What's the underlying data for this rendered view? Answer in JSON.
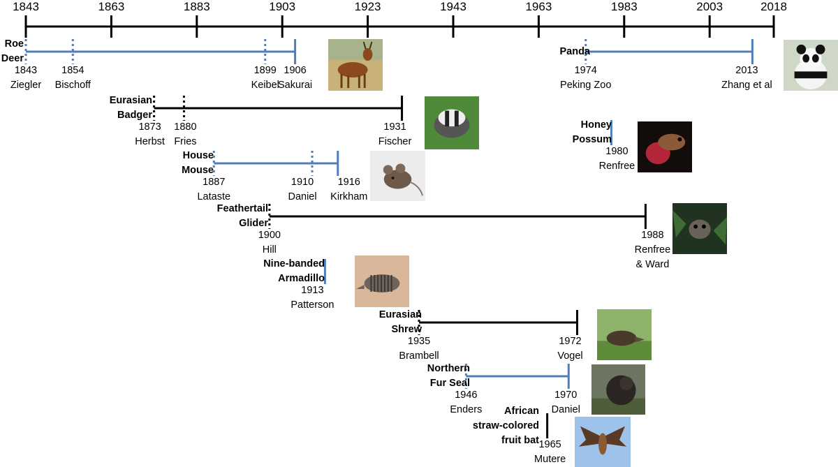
{
  "colors": {
    "blue": "#4f7fba",
    "black": "#000000"
  },
  "axis": {
    "start": 1843,
    "end": 2018,
    "ticks": [
      "1843",
      "1863",
      "1883",
      "1903",
      "1923",
      "1943",
      "1963",
      "1983",
      "2003",
      "2018"
    ]
  },
  "species": [
    {
      "id": "roe-deer",
      "name": [
        "Roe",
        "Deer"
      ],
      "color": "blue",
      "start": 1843,
      "end": 1906,
      "photo_icon": "roe-deer-photo",
      "events": [
        {
          "year": "1843",
          "label": "Ziegler"
        },
        {
          "year": "1854",
          "label": "Bischoff"
        },
        {
          "year": "1899",
          "label": "Keibel"
        },
        {
          "year": "1906",
          "label": "Sakurai"
        }
      ]
    },
    {
      "id": "eurasian-badger",
      "name": [
        "Eurasian",
        "Badger"
      ],
      "color": "black",
      "start": 1873,
      "end": 1931,
      "photo_icon": "badger-photo",
      "events": [
        {
          "year": "1873",
          "label": "Herbst"
        },
        {
          "year": "1880",
          "label": "Fries"
        },
        {
          "year": "1931",
          "label": "Fischer"
        }
      ]
    },
    {
      "id": "house-mouse",
      "name": [
        "House",
        "Mouse"
      ],
      "color": "blue",
      "start": 1887,
      "end": 1916,
      "photo_icon": "mouse-photo",
      "events": [
        {
          "year": "1887",
          "label": "Lataste"
        },
        {
          "year": "1910",
          "label": "Daniel"
        },
        {
          "year": "1916",
          "label": "Kirkham"
        }
      ]
    },
    {
      "id": "feathertail-glider",
      "name": [
        "Feathertail",
        "Glider"
      ],
      "color": "black",
      "start": 1900,
      "end": 1988,
      "photo_icon": "glider-photo",
      "events": [
        {
          "year": "1900",
          "label": "Hill"
        },
        {
          "year": "1988",
          "label": "Renfree & Ward"
        }
      ]
    },
    {
      "id": "armadillo",
      "name": [
        "Nine-banded",
        "Armadillo"
      ],
      "color": "blue",
      "start": 1913,
      "end": 1913,
      "photo_icon": "armadillo-photo",
      "events": [
        {
          "year": "1913",
          "label": "Patterson"
        }
      ]
    },
    {
      "id": "eurasian-shrew",
      "name": [
        "Eurasian",
        "Shrew"
      ],
      "color": "black",
      "start": 1935,
      "end": 1972,
      "photo_icon": "shrew-photo",
      "events": [
        {
          "year": "1935",
          "label": "Brambell"
        },
        {
          "year": "1972",
          "label": "Vogel"
        }
      ]
    },
    {
      "id": "fur-seal",
      "name": [
        "Northern",
        "Fur Seal"
      ],
      "color": "blue",
      "start": 1946,
      "end": 1970,
      "photo_icon": "fur-seal-photo",
      "events": [
        {
          "year": "1946",
          "label": "Enders"
        },
        {
          "year": "1970",
          "label": "Daniel"
        }
      ]
    },
    {
      "id": "fruit-bat",
      "name": [
        "African",
        "straw-colored",
        "fruit bat"
      ],
      "color": "black",
      "start": 1965,
      "end": 1965,
      "photo_icon": "fruit-bat-photo",
      "events": [
        {
          "year": "1965",
          "label": "Mutere"
        }
      ]
    },
    {
      "id": "panda",
      "name": [
        "Panda"
      ],
      "color": "blue",
      "start": 1974,
      "end": 2013,
      "photo_icon": "panda-photo",
      "events": [
        {
          "year": "1974",
          "label": "Peking Zoo"
        },
        {
          "year": "2013",
          "label": "Zhang et al"
        }
      ]
    },
    {
      "id": "honey-possum",
      "name": [
        "Honey",
        "Possum"
      ],
      "color": "blue",
      "start": 1980,
      "end": 1980,
      "photo_icon": "honey-possum-photo",
      "events": [
        {
          "year": "1980",
          "label": "Renfree"
        }
      ]
    }
  ]
}
